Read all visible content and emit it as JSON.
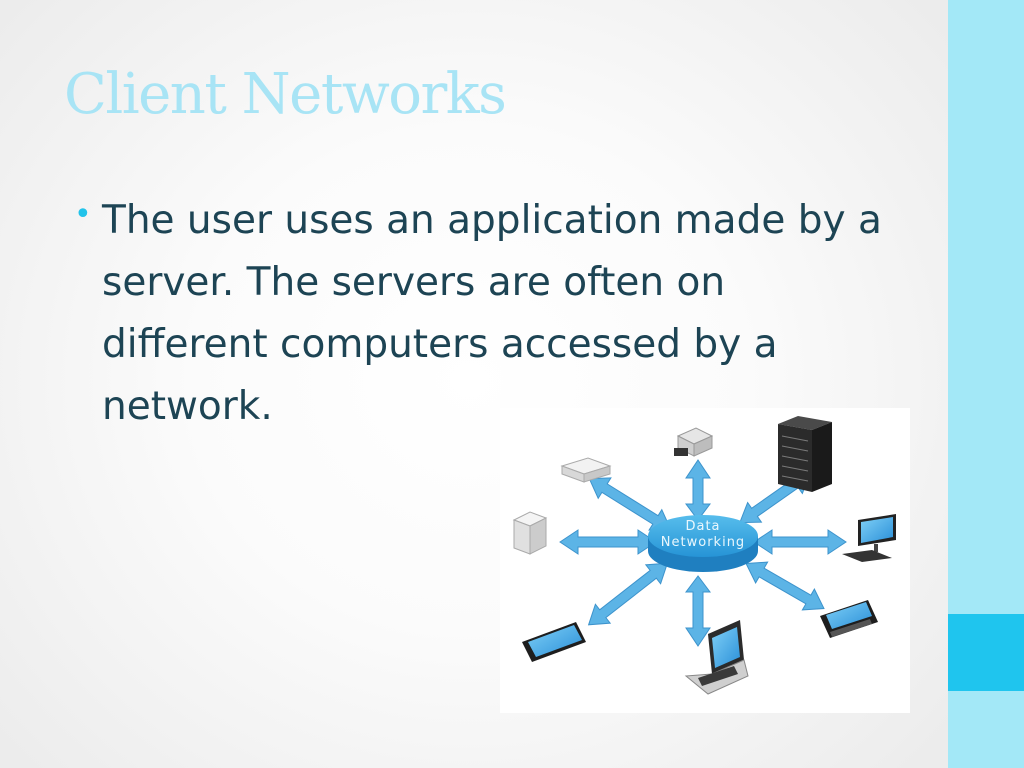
{
  "slide": {
    "title": "Client Networks",
    "bullets": [
      {
        "text": "The user uses an application made by a server. The servers are often on different computers accessed by a network."
      }
    ]
  },
  "illustration": {
    "hub_line1": "Data",
    "hub_line2": "Networking",
    "devices": [
      "printer-icon",
      "server-rack-icon",
      "router-icon",
      "desktop-computer-icon",
      "external-drive-icon",
      "smartphone-icon",
      "laptop-icon",
      "tablet-phone-icon"
    ]
  },
  "colors": {
    "title": "#a8e4f5",
    "body_text": "#1d4454",
    "bullet": "#22c3ea",
    "side_strip": "#a3e8f7",
    "side_block": "#1fc5ee",
    "arrow": "#5cb4e6",
    "hub": "#2fa3de"
  }
}
